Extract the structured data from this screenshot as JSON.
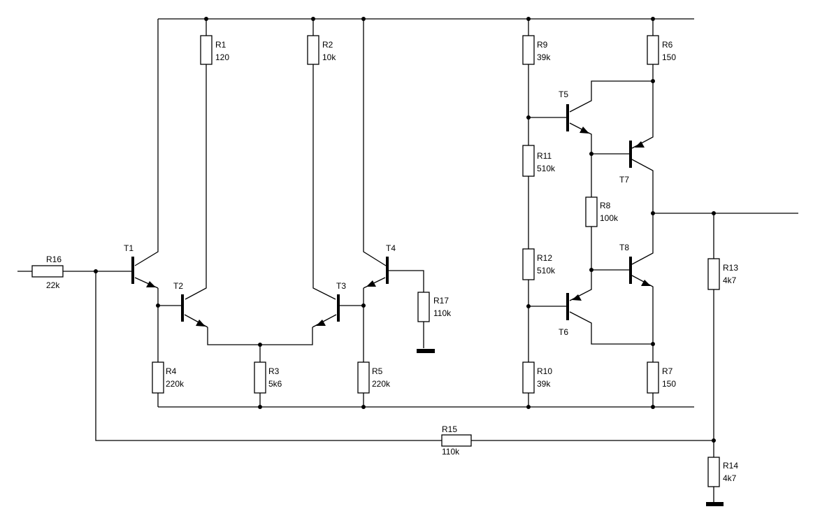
{
  "resistors": {
    "R1": {
      "name": "R1",
      "value": "120"
    },
    "R2": {
      "name": "R2",
      "value": "10k"
    },
    "R3": {
      "name": "R3",
      "value": "5k6"
    },
    "R4": {
      "name": "R4",
      "value": "220k"
    },
    "R5": {
      "name": "R5",
      "value": "220k"
    },
    "R6": {
      "name": "R6",
      "value": "150"
    },
    "R7": {
      "name": "R7",
      "value": "150"
    },
    "R8": {
      "name": "R8",
      "value": "100k"
    },
    "R9": {
      "name": "R9",
      "value": "39k"
    },
    "R10": {
      "name": "R10",
      "value": "39k"
    },
    "R11": {
      "name": "R11",
      "value": "510k"
    },
    "R12": {
      "name": "R12",
      "value": "510k"
    },
    "R13": {
      "name": "R13",
      "value": "4k7"
    },
    "R14": {
      "name": "R14",
      "value": "4k7"
    },
    "R15": {
      "name": "R15",
      "value": "110k"
    },
    "R16": {
      "name": "R16",
      "value": "22k"
    },
    "R17": {
      "name": "R17",
      "value": "110k"
    }
  },
  "transistors": {
    "T1": "T1",
    "T2": "T2",
    "T3": "T3",
    "T4": "T4",
    "T5": "T5",
    "T6": "T6",
    "T7": "T7",
    "T8": "T8"
  }
}
